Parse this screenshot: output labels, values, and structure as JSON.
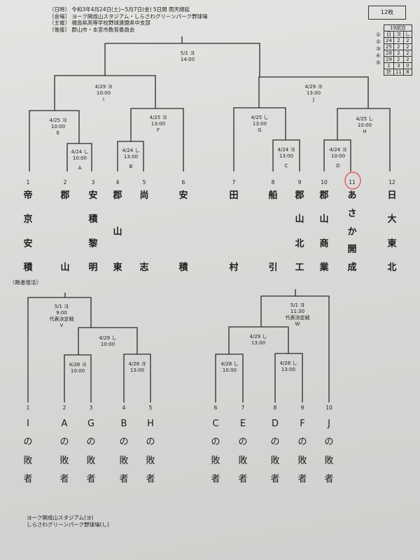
{
  "header": {
    "rows": [
      {
        "label": "〔日時〕",
        "value": "令和3年4月24日(土)~5月7日(金)  5日間     雨天順延"
      },
      {
        "label": "〔会場〕",
        "value": "ヨーク開成山スタジアム・しらさわグリーンパーク野球場"
      },
      {
        "label": "〔主催〕",
        "value": "福島県高等学校野球連盟県中支部"
      },
      {
        "label": "〔後援〕",
        "value": "郡山市・本宮市教育委員会"
      }
    ]
  },
  "badge": "12枚",
  "summary_table": {
    "title": "19試合",
    "columns": [
      "日",
      "ヨ",
      "し"
    ],
    "rows": [
      {
        "mark": "①",
        "cells": [
          "24",
          "2",
          "2"
        ]
      },
      {
        "mark": "②",
        "cells": [
          "25",
          "2",
          "2"
        ]
      },
      {
        "mark": "③",
        "cells": [
          "28",
          "2",
          "2"
        ]
      },
      {
        "mark": "④",
        "cells": [
          "29",
          "2",
          "2"
        ]
      },
      {
        "mark": "⑤",
        "cells": [
          "1",
          "3",
          "0"
        ]
      },
      {
        "mark": "",
        "cells": [
          "計",
          "11",
          "8"
        ]
      }
    ]
  },
  "main_bracket": {
    "final": {
      "date": "5/1 ヨ",
      "time": "14:00"
    },
    "I": {
      "date": "4/29 ヨ",
      "time": "10:00",
      "id": "I"
    },
    "J": {
      "date": "4/29 ヨ",
      "time": "13:00",
      "id": "J"
    },
    "E": {
      "date": "4/25 ヨ",
      "time": "10:00",
      "id": "E"
    },
    "F": {
      "date": "4/25 ヨ",
      "time": "13:00",
      "id": "F"
    },
    "G": {
      "date": "4/25 し",
      "time": "13:00",
      "id": "G"
    },
    "H": {
      "date": "4/25 し",
      "time": "10:00",
      "id": "H"
    },
    "A": {
      "date": "4/24 し",
      "time": "10:00",
      "id": "A"
    },
    "B": {
      "date": "4/24 し",
      "time": "13:00",
      "id": "B"
    },
    "C": {
      "date": "4/24 ヨ",
      "time": "13:00",
      "id": "C"
    },
    "D": {
      "date": "4/24 ヨ",
      "time": "10:00",
      "id": "D"
    },
    "teams": [
      {
        "no": "1",
        "chars": [
          "帝",
          "京",
          "安",
          "積"
        ]
      },
      {
        "no": "2",
        "chars": [
          "郡",
          "山"
        ]
      },
      {
        "no": "3",
        "chars": [
          "安",
          "積",
          "黎",
          "明"
        ]
      },
      {
        "no": "4",
        "chars": [
          "郡",
          "山",
          "東"
        ]
      },
      {
        "no": "5",
        "chars": [
          "尚",
          "志"
        ]
      },
      {
        "no": "6",
        "chars": [
          "安",
          "積"
        ]
      },
      {
        "no": "7",
        "chars": [
          "田",
          "村"
        ]
      },
      {
        "no": "8",
        "chars": [
          "船",
          "引"
        ]
      },
      {
        "no": "9",
        "chars": [
          "郡",
          "山",
          "北",
          "工"
        ]
      },
      {
        "no": "10",
        "chars": [
          "郡",
          "山",
          "商",
          "業"
        ]
      },
      {
        "no": "11",
        "chars": [
          "あ",
          "さ",
          "か",
          "開",
          "成"
        ]
      },
      {
        "no": "12",
        "chars": [
          "日",
          "大",
          "東",
          "北"
        ]
      }
    ]
  },
  "repechage": {
    "title": "〈敗者復活〉",
    "V": {
      "date": "5/1 ヨ",
      "time": "9:00",
      "note": "代表決定戦",
      "id": "V"
    },
    "W": {
      "date": "5/1 ヨ",
      "time": "11:30",
      "note": "代表決定戦",
      "id": "W"
    },
    "left_semi": {
      "date": "4/29 し",
      "time": "10:00"
    },
    "right_semi": {
      "date": "4/29 し",
      "time": "13:00"
    },
    "l1": {
      "date": "4/28 ヨ",
      "time": "10:00"
    },
    "l2": {
      "date": "4/28 ヨ",
      "time": "13:00"
    },
    "r1": {
      "date": "4/28 し",
      "time": "10:00"
    },
    "r2": {
      "date": "4/28 し",
      "time": "13:00"
    },
    "slots": [
      {
        "no": "1",
        "chars": [
          "I",
          "の",
          "敗",
          "者"
        ]
      },
      {
        "no": "2",
        "chars": [
          "A",
          "の",
          "敗",
          "者"
        ]
      },
      {
        "no": "3",
        "chars": [
          "G",
          "の",
          "敗",
          "者"
        ]
      },
      {
        "no": "4",
        "chars": [
          "B",
          "の",
          "敗",
          "者"
        ]
      },
      {
        "no": "5",
        "chars": [
          "H",
          "の",
          "敗",
          "者"
        ]
      },
      {
        "no": "6",
        "chars": [
          "C",
          "の",
          "敗",
          "者"
        ]
      },
      {
        "no": "7",
        "chars": [
          "E",
          "の",
          "敗",
          "者"
        ]
      },
      {
        "no": "8",
        "chars": [
          "D",
          "の",
          "敗",
          "者"
        ]
      },
      {
        "no": "9",
        "chars": [
          "F",
          "の",
          "敗",
          "者"
        ]
      },
      {
        "no": "10",
        "chars": [
          "J",
          "の",
          "敗",
          "者"
        ]
      }
    ]
  },
  "footer": [
    "ヨーク開成山スタジアム(ヨ)",
    "しらさわグリーンパーク野球場(し)"
  ],
  "colors": {
    "ink": "#1c1c1c",
    "annotation": "#e0404a",
    "paper": "#d9dad7"
  }
}
